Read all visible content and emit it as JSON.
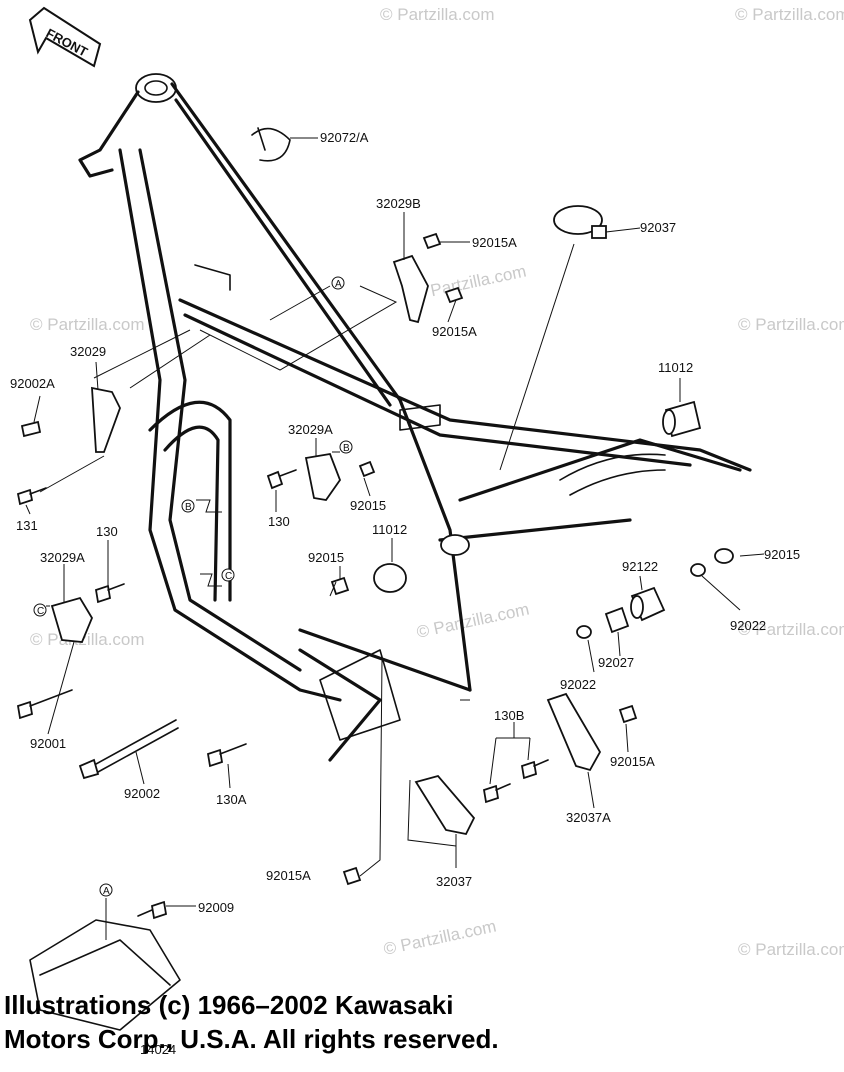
{
  "front_badge": "FRONT",
  "watermark": "© Partzilla.com",
  "diagram_code": "14024",
  "part_labels": {
    "p92072A": "92072/A",
    "p32029B": "32029B",
    "p92015A_top": "92015A",
    "p92015A_mid": "92015A",
    "p92037": "92037",
    "p32029": "32029",
    "p92002A": "92002A",
    "p131": "131",
    "p11012_right": "11012",
    "p32029A_mid": "32029A",
    "p130_mid": "130",
    "p92015_mid": "92015",
    "p11012_mid": "11012",
    "p92015_low": "92015",
    "p130_left": "130",
    "p32029A_left": "32029A",
    "p92001": "92001",
    "p92002": "92002",
    "p130A": "130A",
    "p92122": "92122",
    "p92015_right": "92015",
    "p92022_right": "92022",
    "p92027": "92027",
    "p92022_mid": "92022",
    "p130B": "130B",
    "p92015A_right": "92015A",
    "p32037A": "32037A",
    "p32037": "32037",
    "p92015A_bottom": "92015A",
    "p92009": "92009"
  },
  "ref_markers": {
    "A1": "A",
    "A2": "A",
    "B1": "B",
    "B2": "B",
    "C1": "C",
    "C2": "C"
  },
  "copyright": {
    "line1": "Illustrations (c) 1966–2002 Kawasaki",
    "line2": "Motors Corp., U.S.A.  All rights reserved."
  }
}
